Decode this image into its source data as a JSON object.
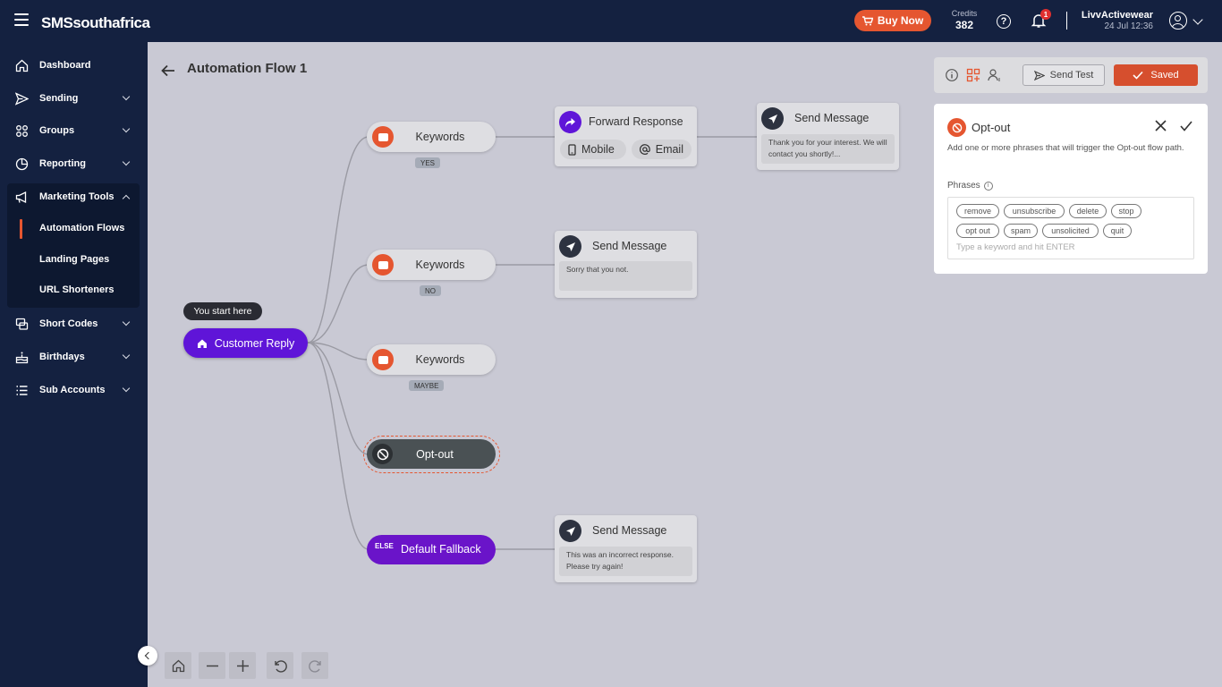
{
  "topbar": {
    "logo": "SMSsouthafrica",
    "buy_now": "Buy Now",
    "credits_label": "Credits",
    "credits_value": "382",
    "notification_count": "1",
    "account_name": "LivvActivewear",
    "account_date": "24 Jul 12:36"
  },
  "sidebar": {
    "items": [
      {
        "label": "Dashboard",
        "icon": "home-icon"
      },
      {
        "label": "Sending",
        "icon": "send-icon"
      },
      {
        "label": "Groups",
        "icon": "groups-icon"
      },
      {
        "label": "Reporting",
        "icon": "reporting-icon"
      },
      {
        "label": "Marketing Tools",
        "icon": "megaphone-icon"
      },
      {
        "label": "Short Codes",
        "icon": "short-codes-icon"
      },
      {
        "label": "Birthdays",
        "icon": "cake-icon"
      },
      {
        "label": "Sub Accounts",
        "icon": "list-icon"
      }
    ],
    "marketing_sub": [
      "Automation Flows",
      "Landing Pages",
      "URL Shorteners"
    ]
  },
  "page": {
    "title": "Automation Flow 1"
  },
  "toolbar": {
    "send_test": "Send Test",
    "saved": "Saved"
  },
  "panel": {
    "title": "Opt-out",
    "description": "Add one or more phrases that will trigger the Opt-out flow path.",
    "phrases_label": "Phrases",
    "phrases": [
      "remove",
      "unsubscribe",
      "delete",
      "stop",
      "opt out",
      "spam",
      "unsolicited",
      "quit"
    ],
    "placeholder": "Type a keyword and hit ENTER"
  },
  "flow": {
    "start_tip": "You start here",
    "start_node": "Customer Reply",
    "branches": [
      {
        "label": "Keywords",
        "tag": "YES"
      },
      {
        "label": "Keywords",
        "tag": "NO"
      },
      {
        "label": "Keywords",
        "tag": "MAYBE"
      }
    ],
    "optout_node": "Opt-out",
    "else_tag": "ELSE",
    "fallback_node": "Default Fallback",
    "forward": {
      "title": "Forward Response",
      "mobile": "Mobile",
      "email": "Email"
    },
    "messages": [
      {
        "title": "Send Message",
        "body": "Thank you for your interest. We will contact you shortly!..."
      },
      {
        "title": "Send Message",
        "body": "Sorry that you not."
      },
      {
        "title": "Send Message",
        "body": "This was an incorrect response. Please try again!"
      }
    ]
  },
  "colors": {
    "brand_navy": "#142140",
    "accent_orange": "#e55630",
    "start_purple": "#5f15d8",
    "fallback_purple": "#6a14c9"
  }
}
